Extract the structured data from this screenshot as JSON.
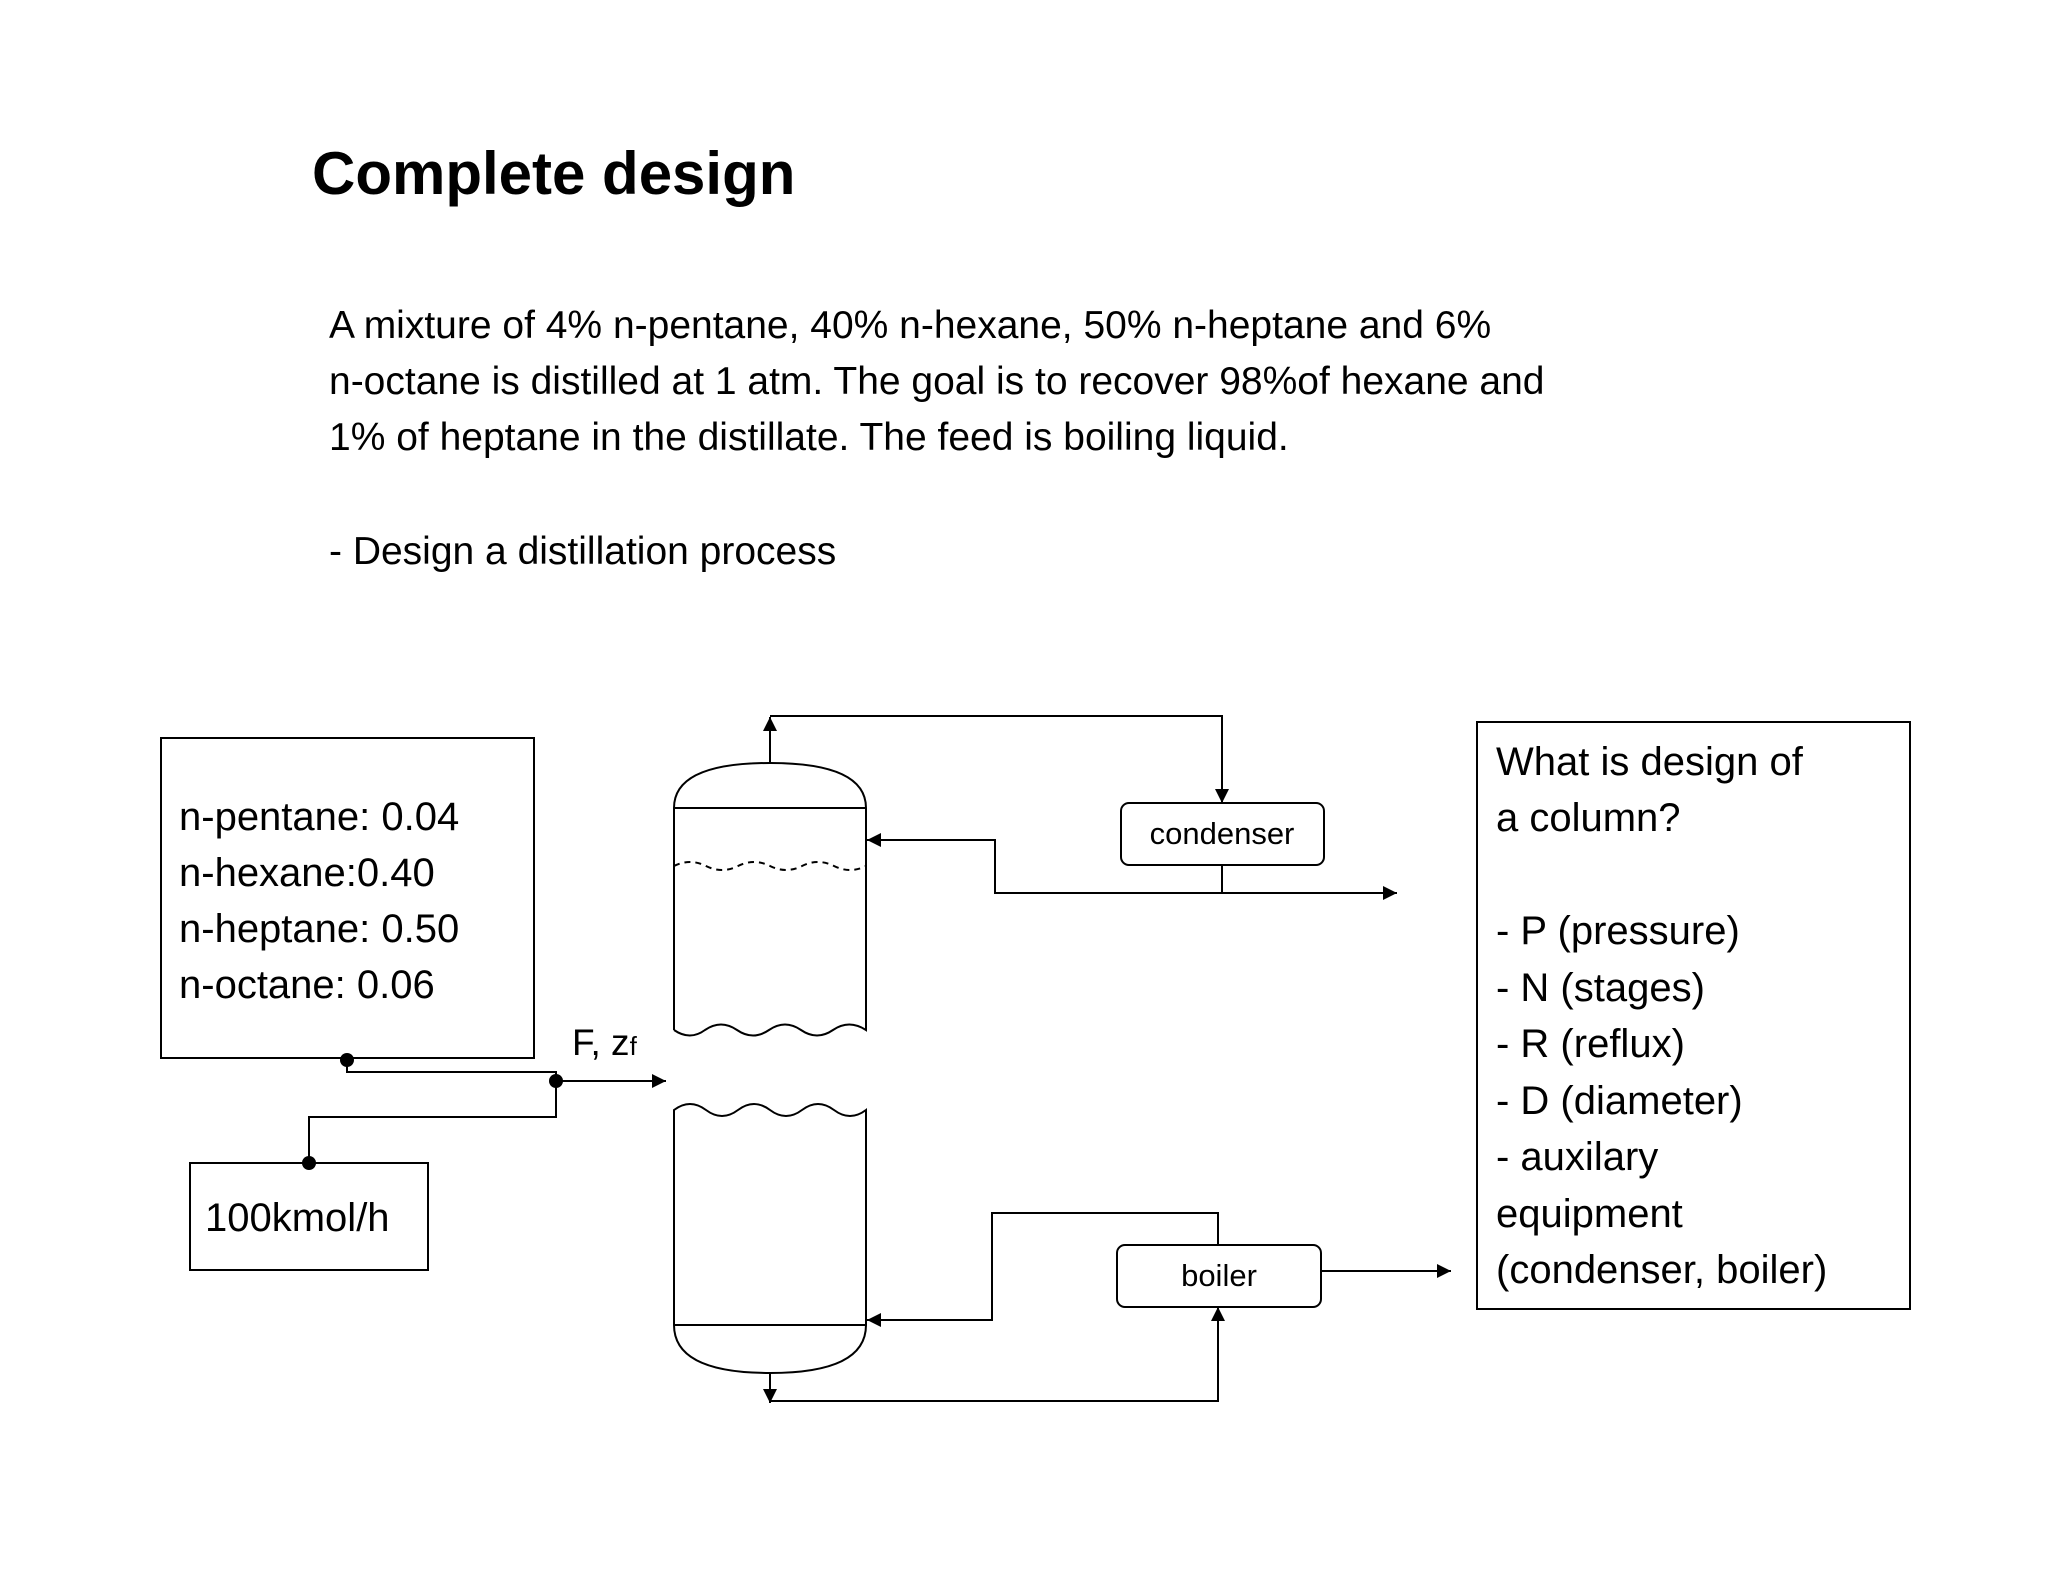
{
  "slide": {
    "title": "Complete design",
    "problem_lines": [
      "A mixture of 4% n-pentane, 40% n-hexane, 50% n-heptane and 6%",
      "n-octane is distilled at 1 atm. The goal is to recover 98%of hexane and",
      "1% of heptane in the distillate. The feed is boiling liquid."
    ],
    "task": "- Design a distillation process"
  },
  "diagram": {
    "composition": [
      "n-pentane: 0.04",
      "n-hexane:0.40",
      "n-heptane: 0.50",
      "n-octane: 0.06"
    ],
    "flow_rate": "100kmol/h",
    "feed_label": "F, z",
    "feed_subscript": "f",
    "condenser_label": "condenser",
    "boiler_label": "boiler",
    "question_lines": [
      "What is design of",
      "a column?",
      "",
      "- P (pressure)",
      "- N (stages)",
      "- R (reflux)",
      "- D (diameter)",
      "- auxilary",
      "equipment",
      "(condenser, boiler)"
    ]
  }
}
